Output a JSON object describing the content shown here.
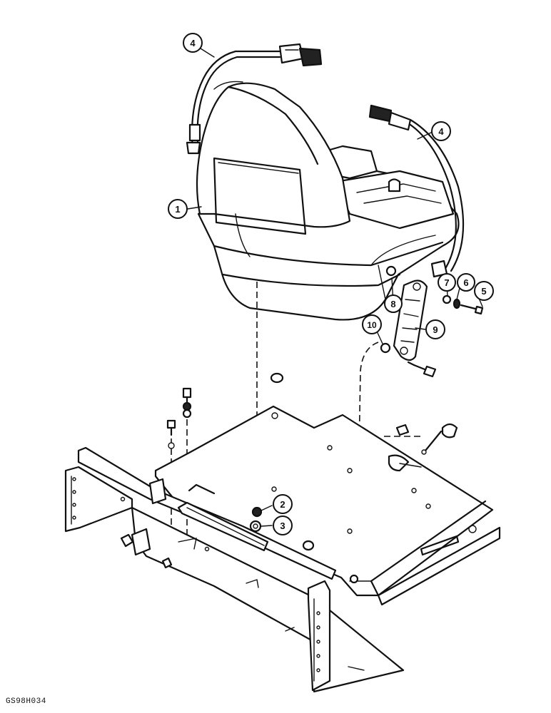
{
  "callouts": {
    "c1": "1",
    "c2": "2",
    "c3": "3",
    "c4a": "4",
    "c4b": "4",
    "c5": "5",
    "c6": "6",
    "c7": "7",
    "c8": "8",
    "c9": "9",
    "c10": "10"
  },
  "figure_ref": "GS98H034"
}
